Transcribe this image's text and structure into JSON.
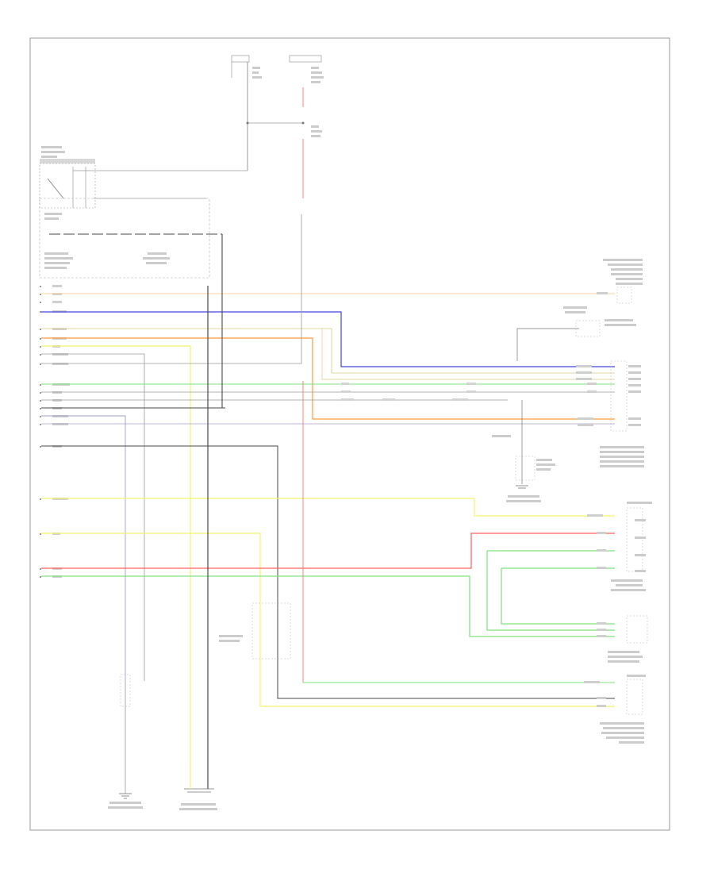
{
  "page_id": "",
  "colors": {
    "frame": "#9a9a9a",
    "wire_gray": "#9a9a9a",
    "wire_black": "#4a4a4a",
    "wire_red": "#ff8080",
    "wire_orange": "#ff9a40",
    "wire_light_orange": "#ffd0a0",
    "wire_blue": "#4444dd",
    "wire_tan": "#e4d7a0",
    "wire_yellow": "#f4f46a",
    "wire_green": "#80e080",
    "wire_violet": "#a0a0c8"
  },
  "components": [
    {
      "id": "fuse-top-left",
      "label": ""
    },
    {
      "id": "fuse-top-right",
      "label": ""
    },
    {
      "id": "door-switch-module",
      "label": ""
    },
    {
      "id": "lock-relay-box",
      "label": ""
    },
    {
      "id": "control-module-right-top",
      "label": ""
    },
    {
      "id": "control-unit-mid-right",
      "label": ""
    },
    {
      "id": "module-bottom-right-a",
      "label": ""
    },
    {
      "id": "module-bottom-right-b",
      "label": ""
    },
    {
      "id": "module-bottom-right-c",
      "label": ""
    },
    {
      "id": "ground-bottom-left",
      "label": ""
    },
    {
      "id": "ground-bottom-center",
      "label": ""
    },
    {
      "id": "ground-right",
      "label": ""
    }
  ]
}
